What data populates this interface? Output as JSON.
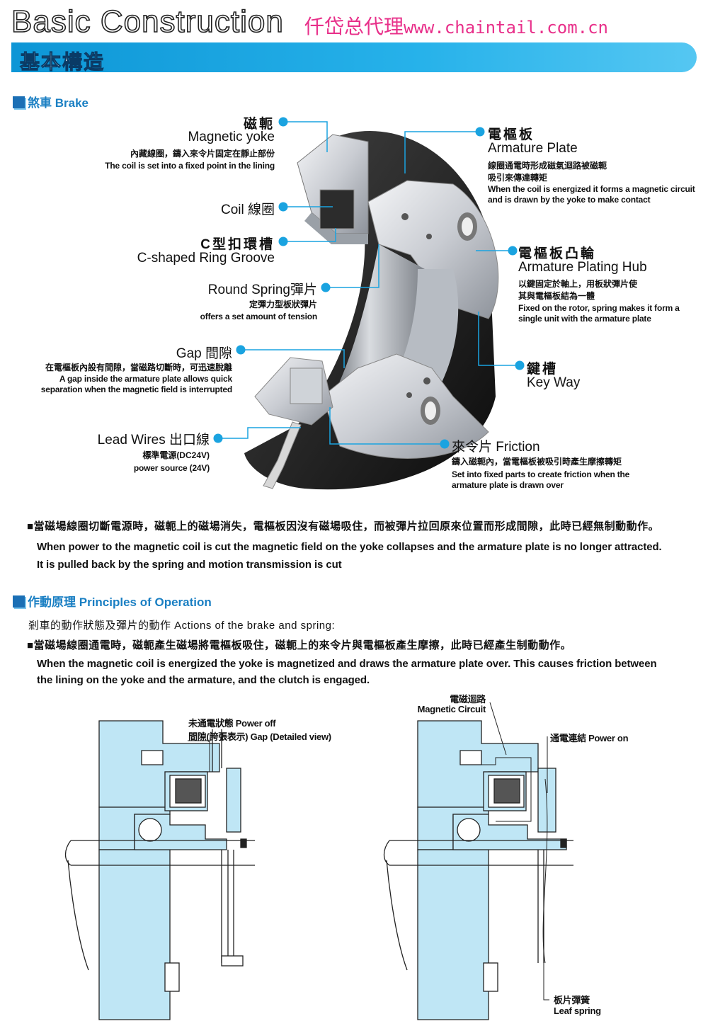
{
  "header": {
    "title": "Basic Construction",
    "agent_cn": "仟岱总代理",
    "agent_url": "www.chaintail.com.cn",
    "bar_title": "基本構造"
  },
  "brake_section": {
    "title_cn": "煞車",
    "title_en": "Brake"
  },
  "labels": {
    "magnetic_yoke": {
      "cn": "磁軛",
      "en": "Magnetic yoke",
      "desc_cn": "內藏線圈，鑄入來令片固定在靜止部份",
      "desc_en": "The coil is set into a fixed point in the lining"
    },
    "coil": {
      "text": "Coil 線圈"
    },
    "c_groove": {
      "cn": "C型扣環槽",
      "en": "C-shaped Ring Groove"
    },
    "round_spring": {
      "text": "Round Spring彈片",
      "desc_cn": "定彈力型板狀彈片",
      "desc_en": "offers a set amount of tension"
    },
    "gap": {
      "text": "Gap 間隙",
      "desc_cn": "在電樞板內設有間隙，當磁路切斷時，可迅速脫離",
      "desc_en1": "A gap inside the armature plate allows quick",
      "desc_en2": "separation when the magnetic field is interrupted"
    },
    "lead_wires": {
      "text": "Lead Wires 出口線",
      "desc_cn": "標準電源(DC24V)",
      "desc_en": "power source (24V)"
    },
    "armature_plate": {
      "cn": "電樞板",
      "en": "Armature Plate",
      "desc_cn1": "線圈通電時形成磁氣迴路被磁軛",
      "desc_cn2": "吸引來傳達轉矩",
      "desc_en1": "When the coil is energized it forms a magnetic circuit",
      "desc_en2": "and is drawn by the yoke to make contact"
    },
    "armature_hub": {
      "cn": "電樞板凸輪",
      "en": "Armature Plating Hub",
      "desc_cn1": "以鍵固定於軸上，用板狀彈片使",
      "desc_cn2": "其與電樞板結為一體",
      "desc_en1": "Fixed on the rotor, spring makes it form a",
      "desc_en2": "single unit with the armature plate"
    },
    "key_way": {
      "cn": "鍵槽",
      "en": "Key Way"
    },
    "friction": {
      "text": "來令片 Friction",
      "desc_cn": "鑄入磁軛內，當電樞板被吸引時產生摩擦轉矩",
      "desc_en1": "Set into fixed parts to create friction when the",
      "desc_en2": "armature plate is drawn over"
    }
  },
  "brake_note": {
    "cn": "當磁場線圈切斷電源時，磁軛上的磁場消失，電樞板因沒有磁場吸住，而被彈片拉回原來位置而形成間隙，此時已經無制動動作。",
    "en1": "When power to the magnetic coil is cut the magnetic field on the yoke collapses and the armature plate is no longer attracted.",
    "en2": "It is pulled back by the spring and motion transmission is cut"
  },
  "operation_section": {
    "title_cn": "作動原理",
    "title_en": "Principles of Operation",
    "intro": "剎車的動作狀態及彈片的動作  Actions of the brake and spring:",
    "cn": "當磁場線圈通電時，磁軛產生磁場將電樞板吸住，磁軛上的來令片與電樞板產生摩擦，此時已經產生制動動作。",
    "en1": "When the magnetic coil is energized the yoke is magnetized and draws the armature plate over.  This causes friction between",
    "en2": "the lining on the yoke and the armature, and the clutch is engaged."
  },
  "diagram_labels": {
    "power_off": "未通電狀態 Power off",
    "gap_detail": "間隙(誇張表示) Gap (Detailed view)",
    "magnetic_circuit_cn": "電磁迴路",
    "magnetic_circuit_en": "Magnetic Circuit",
    "power_on": "通電連結 Power on",
    "leaf_spring_cn": "板片彈簧",
    "leaf_spring_en": "Leaf spring"
  },
  "colors": {
    "accent": "#1b9ad8",
    "light_blue": "#bfe6f5",
    "label_dot": "#1aa3e0"
  }
}
